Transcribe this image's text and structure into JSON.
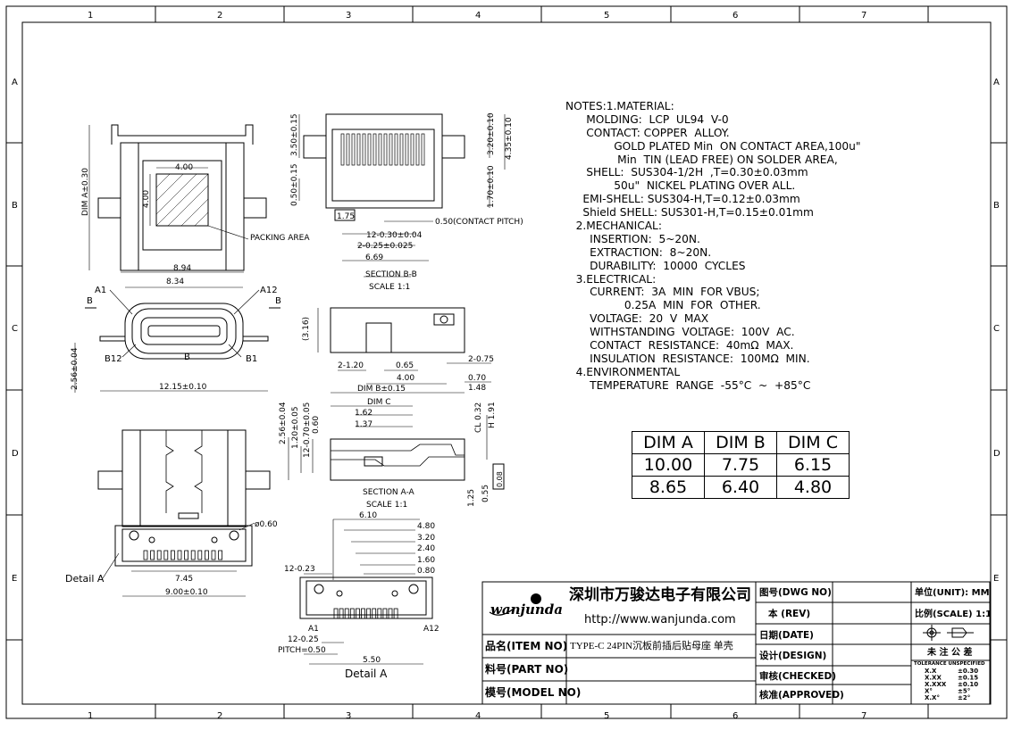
{
  "border": {
    "col_numbers": [
      "1",
      "2",
      "3",
      "4",
      "5",
      "6",
      "7"
    ],
    "row_letters": [
      "A",
      "B",
      "C",
      "D",
      "E"
    ]
  },
  "notes": [
    "NOTES:1.MATERIAL:",
    "      MOLDING:  LCP  UL94  V-0",
    "      CONTACT: COPPER  ALLOY.",
    "              GOLD PLATED Min  ON CONTACT AREA,100u\"",
    "               Min  TIN (LEAD FREE) ON SOLDER AREA,",
    "      SHELL:  SUS304-1/2H  ,T=0.30±0.03mm",
    "              50u\"  NICKEL PLATING OVER ALL.",
    "     EMI-SHELL: SUS304-H,T=0.12±0.03mm",
    "     Shield SHELL: SUS301-H,T=0.15±0.01mm",
    "   2.MECHANICAL:",
    "       INSERTION:  5~20N.",
    "       EXTRACTION:  8~20N.",
    "       DURABILITY:  10000  CYCLES",
    "   3.ELECTRICAL:",
    "       CURRENT:  3A  MIN  FOR VBUS;",
    "                 0.25A  MIN  FOR  OTHER.",
    "       VOLTAGE:  20  V  MAX",
    "       WITHSTANDING  VOLTAGE:  100V  AC.",
    "       CONTACT  RESISTANCE:  40mΩ  MAX.",
    "       INSULATION  RESISTANCE:  100MΩ  MIN.",
    "   4.ENVIRONMENTAL",
    "       TEMPERATURE  RANGE  -55°C  ~  +85°C"
  ],
  "dim_table": {
    "headers": [
      "DIM  A",
      "DIM  B",
      "DIM  C"
    ],
    "rows": [
      [
        "10.00",
        "7.75",
        "6.15"
      ],
      [
        "8.65",
        "6.40",
        "4.80"
      ]
    ]
  },
  "title_block": {
    "company_cn": "深圳市万骏达电子有限公司",
    "logo_text": "wanjunda",
    "website": "http://www.wanjunda.com",
    "item_label": "品名(ITEM  NO)",
    "item_value": "TYPE-C  24PIN沉板前插后贴母座  单壳",
    "part_label": "料号(PART  NO)",
    "model_label": "模号(MODEL  NO)",
    "dwg_label": "图号(DWG  NO)",
    "rev_label": "本  (REV)",
    "date_label": "日期(DATE)",
    "design_label": "设计(DESIGN)",
    "checked_label": "审核(CHECKED)",
    "approved_label": "核准(APPROVED)",
    "unit_label": "单位(UNIT):  MM",
    "scale_label": "比例(SCALE) 1:1",
    "tol_title": "未 注 公 差",
    "tol_sub": "TOLERANCE  UNSPECIFIED",
    "tolerances": [
      [
        "X.X",
        "±0.30"
      ],
      [
        "X.XX",
        "±0.15"
      ],
      [
        "X.XXX",
        "±0.10"
      ],
      [
        "X°",
        "±5°"
      ],
      [
        "X.X°",
        "±2°"
      ]
    ]
  },
  "top_view": {
    "dim_a": "DIM  A±0.30",
    "w400": "4.00",
    "h400": "4.00",
    "packing": "PACKING  AREA",
    "w894": "8.94"
  },
  "front_view": {
    "w834": "8.34",
    "a1": "A1",
    "a12": "A12",
    "b12": "B12",
    "b1": "B1",
    "b": "B",
    "h256": "2.56±0.04",
    "w1215": "12.15±0.10"
  },
  "bottom_view": {
    "phi": "ø0.60",
    "w745": "7.45",
    "w900": "9.00±0.10",
    "detail": "Detail  A"
  },
  "section_bb": {
    "h350": "3.50±0.15",
    "h050": "0.50±0.15",
    "h320": "3.20±0.10",
    "h435": "4.35±0.10",
    "h170": "1.70±0.10",
    "box175": "1.75",
    "pitch": "0.50(CONTACT  PITCH)",
    "w12": "12-0.30±0.04",
    "w2": "2-0.25±0.025",
    "w669": "6.69",
    "title": "SECTION  B-B",
    "scale": "SCALE 1:1"
  },
  "side_view": {
    "h316": "(3.16)",
    "w2120": "2-1.20",
    "w065": "0.65",
    "w2075": "2-0.75",
    "w400": "4.00",
    "w070": "0.70",
    "dimb": "DIM  B±0.15",
    "w148": "1.48"
  },
  "section_aa": {
    "h256": "2.56±0.04",
    "h120": "1.20±0.05",
    "h12070": "12-0.70±0.05",
    "h060": "0.60",
    "dimc": "DIM  C",
    "w162": "1.62",
    "w137": "1.37",
    "cl": "CL  0.32",
    "h191": "H  1.91",
    "h125": "1.25",
    "h055": "0.55",
    "flat": "0.08",
    "title": "SECTION  A-A",
    "scale": "SCALE 1:1"
  },
  "detail_a": {
    "w610": "6.10",
    "w480": "4.80",
    "w320": "3.20",
    "w240": "2.40",
    "w160": "1.60",
    "w080": "0.80",
    "w1223": "12-0.23",
    "a1": "A1",
    "a12": "A12",
    "w1225": "12-0.25",
    "pitch": "PITCH=0.50",
    "w550": "5.50",
    "title": "Detail  A"
  }
}
